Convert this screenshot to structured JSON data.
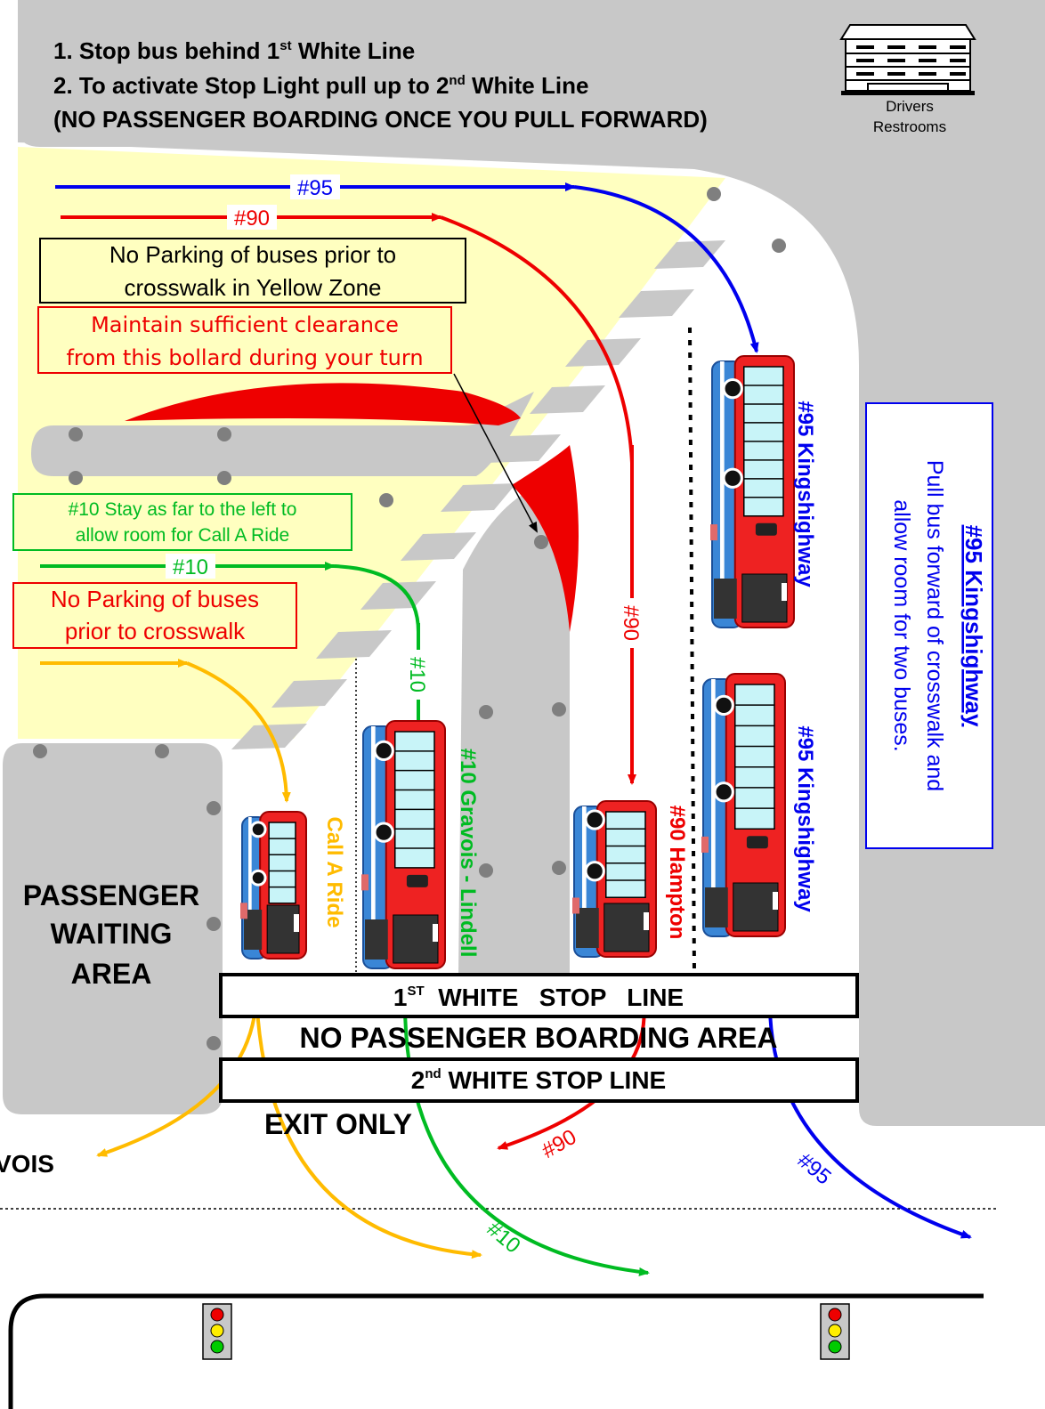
{
  "instructions": {
    "line1_prefix": "1. Stop bus behind 1",
    "line1_sup": "st",
    "line1_suffix": " White Line",
    "line2_prefix": "2. To activate Stop Light pull up to 2",
    "line2_sup": "nd",
    "line2_suffix": " White Line",
    "line3": "(NO PASSENGER BOARDING ONCE YOU PULL FORWARD)"
  },
  "building": {
    "label1": "Drivers",
    "label2": "Restrooms",
    "icon": "building-icon"
  },
  "notes": {
    "yellow_zone": [
      "No Parking of buses prior to",
      "crosswalk in Yellow Zone"
    ],
    "bollard": [
      "Maintain sufficient clearance",
      "from this bollard during your turn"
    ],
    "route10": [
      "#10 Stay as far to the left to",
      "allow room for Call A Ride"
    ],
    "no_parking": [
      "No Parking of buses",
      "prior to crosswalk"
    ],
    "kingshighway_title": "#95 Kingshighway",
    "kingshighway_body": [
      "Pull bus forward of crosswalk and",
      "allow room for two buses."
    ]
  },
  "route_labels": {
    "r95": "#95",
    "r90": "#90",
    "r10": "#10",
    "r90_vertical": "#90",
    "r10_vertical": "#10",
    "r90_exit": "#90",
    "r95_exit": "#95",
    "r10_exit": "#10"
  },
  "bus_labels": {
    "call_a_ride": "Call A Ride",
    "gravois": "#10 Gravois - Lindell",
    "hampton": "#90 Hampton",
    "kings1": "#95 Kingshighway",
    "kings2": "#95 Kingshighway"
  },
  "areas": {
    "passenger": [
      "PASSENGER",
      "WAITING",
      "AREA"
    ],
    "first_line_prefix": "1",
    "first_line_sup": "ST",
    "first_line_suffix": "  WHITE   STOP   LINE",
    "no_boarding": "NO PASSENGER BOARDING AREA",
    "second_line_prefix": "2",
    "second_line_sup": "nd",
    "second_line_suffix": " WHITE STOP LINE",
    "exit_only": "EXIT ONLY",
    "street": "VOIS"
  },
  "colors": {
    "route95": "#0000ee",
    "route90": "#ee0000",
    "route10": "#00bb22",
    "call_a_ride": "#ffbb00",
    "yellow_zone": "#ffffc0",
    "pavement": "#c8c8c8"
  }
}
